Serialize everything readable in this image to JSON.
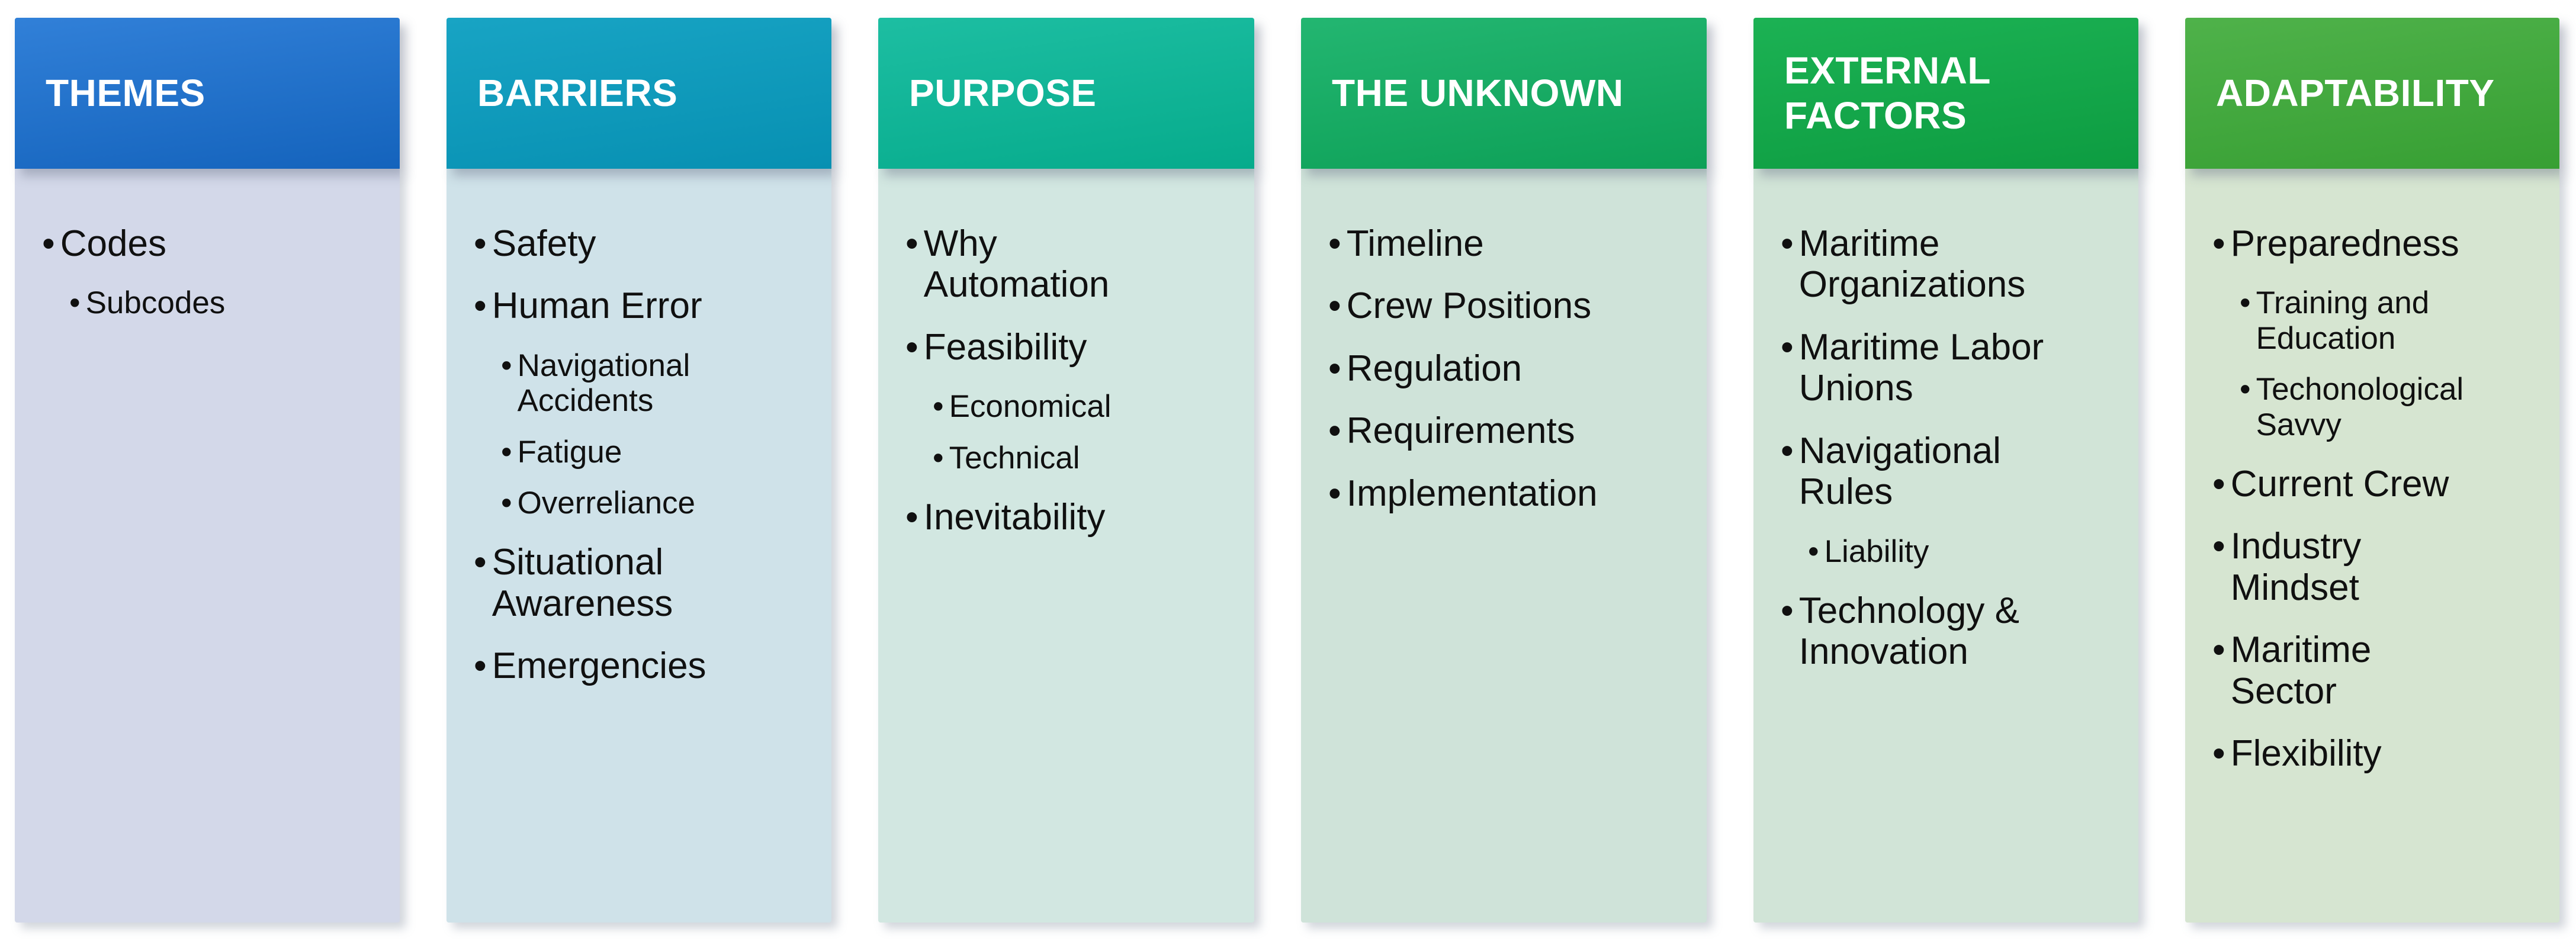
{
  "diagram": {
    "bullet_glyph": "•",
    "text_color": "#101010",
    "background_color": "#ffffff"
  },
  "columns": [
    {
      "id": "themes",
      "title": "THEMES",
      "header_gradient_top": "#3180D8",
      "header_gradient_bottom": "#1463BC",
      "body_color": "#D3D8E9",
      "items": [
        {
          "text": "Codes",
          "level": 1
        },
        {
          "text": "Subcodes",
          "level": 2
        }
      ]
    },
    {
      "id": "barriers",
      "title": "BARRIERS",
      "header_gradient_top": "#18A4C4",
      "header_gradient_bottom": "#0790B2",
      "body_color": "#CFE2E9",
      "items": [
        {
          "text": "Safety",
          "level": 1
        },
        {
          "text": "Human Error",
          "level": 1
        },
        {
          "text": "Navigational\nAccidents",
          "level": 2
        },
        {
          "text": "Fatigue",
          "level": 2
        },
        {
          "text": "Overreliance",
          "level": 2
        },
        {
          "text": "Situational\nAwareness",
          "level": 1
        },
        {
          "text": "Emergencies",
          "level": 1
        }
      ]
    },
    {
      "id": "purpose",
      "title": "PURPOSE",
      "header_gradient_top": "#1DBEA2",
      "header_gradient_bottom": "#06AB8C",
      "body_color": "#D2E7E1",
      "items": [
        {
          "text": "Why\nAutomation",
          "level": 1
        },
        {
          "text": "Feasibility",
          "level": 1
        },
        {
          "text": "Economical",
          "level": 2
        },
        {
          "text": "Technical",
          "level": 2
        },
        {
          "text": "Inevitability",
          "level": 1
        }
      ]
    },
    {
      "id": "the-unknown",
      "title": "THE UNKNOWN",
      "header_gradient_top": "#23B671",
      "header_gradient_bottom": "#0DA057",
      "body_color": "#CFE3D9",
      "items": [
        {
          "text": "Timeline",
          "level": 1
        },
        {
          "text": "Crew Positions",
          "level": 1
        },
        {
          "text": "Regulation",
          "level": 1
        },
        {
          "text": "Requirements",
          "level": 1
        },
        {
          "text": "Implementation",
          "level": 1
        }
      ]
    },
    {
      "id": "external-factors",
      "title": "EXTERNAL\nFACTORS",
      "header_gradient_top": "#1CB254",
      "header_gradient_bottom": "#0D9C41",
      "body_color": "#D1E4D7",
      "items": [
        {
          "text": "Maritime\nOrganizations",
          "level": 1
        },
        {
          "text": "Maritime Labor\nUnions",
          "level": 1
        },
        {
          "text": "Navigational\nRules",
          "level": 1
        },
        {
          "text": "Liability",
          "level": 2
        },
        {
          "text": "Technology &\nInnovation",
          "level": 1
        }
      ]
    },
    {
      "id": "adaptability",
      "title": "ADAPTABILITY",
      "header_gradient_top": "#4FB24A",
      "header_gradient_bottom": "#379F33",
      "body_color": "#D6E5D1",
      "items": [
        {
          "text": "Preparedness",
          "level": 1
        },
        {
          "text": "Training and\nEducation",
          "level": 2
        },
        {
          "text": "Techonological\nSavvy",
          "level": 2
        },
        {
          "text": "Current Crew",
          "level": 1
        },
        {
          "text": "Industry\nMindset",
          "level": 1
        },
        {
          "text": "Maritime\nSector",
          "level": 1
        },
        {
          "text": "Flexibility",
          "level": 1
        }
      ]
    }
  ]
}
